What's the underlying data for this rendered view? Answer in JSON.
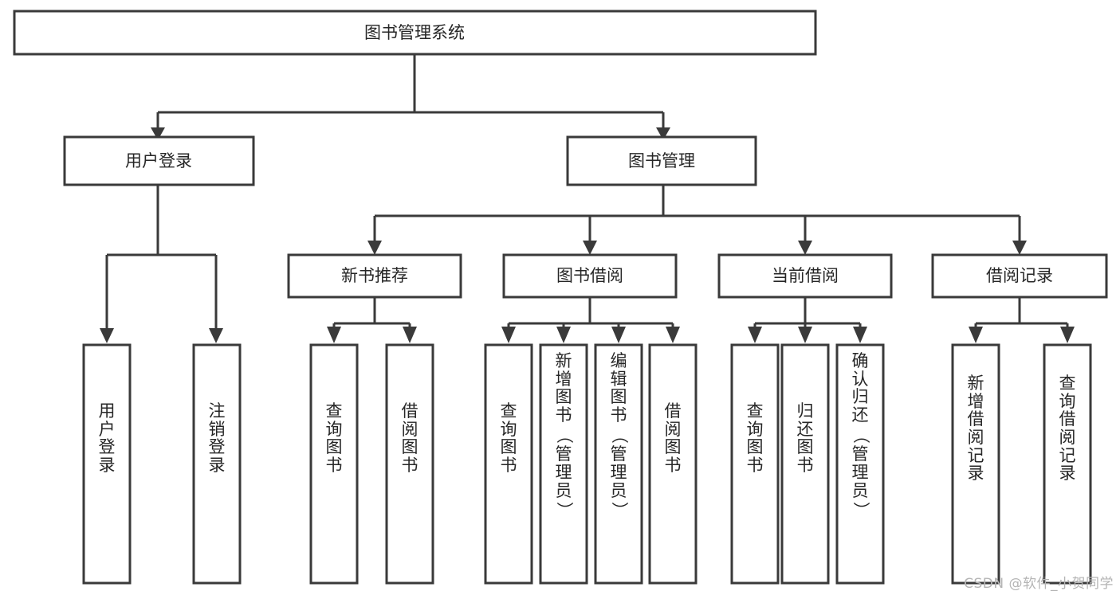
{
  "diagram": {
    "title": "图书管理系统",
    "type": "tree-hierarchy",
    "watermark": "CSDN @软件_小贺同学",
    "colors": {
      "box_stroke": "#3a3a3a",
      "box_fill": "#ffffff",
      "text": "#262626",
      "background": "#ffffff",
      "watermark": "#b4b4b4"
    },
    "nodes": {
      "root": {
        "label": "图书管理系统"
      },
      "level2": [
        {
          "id": "user-login",
          "label": "用户登录"
        },
        {
          "id": "book-manage",
          "label": "图书管理"
        }
      ],
      "level3": [
        {
          "id": "new-book-recommend",
          "label": "新书推荐"
        },
        {
          "id": "book-borrow",
          "label": "图书借阅"
        },
        {
          "id": "current-borrow",
          "label": "当前借阅"
        },
        {
          "id": "borrow-record",
          "label": "借阅记录"
        }
      ],
      "leaves": {
        "user-login": [
          {
            "id": "leaf-user-login",
            "label": "用户登录"
          },
          {
            "id": "leaf-logout-login",
            "label": "注销登录"
          }
        ],
        "new-book-recommend": [
          {
            "id": "leaf-query-book-1",
            "label": "查询图书"
          },
          {
            "id": "leaf-borrow-book-1",
            "label": "借阅图书"
          }
        ],
        "book-borrow": [
          {
            "id": "leaf-query-book-2",
            "label": "查询图书"
          },
          {
            "id": "leaf-add-book-admin",
            "label": "新增图书（管理员）"
          },
          {
            "id": "leaf-edit-book-admin",
            "label": "编辑图书（管理员）"
          },
          {
            "id": "leaf-borrow-book-2",
            "label": "借阅图书"
          }
        ],
        "current-borrow": [
          {
            "id": "leaf-query-book-3",
            "label": "查询图书"
          },
          {
            "id": "leaf-return-book",
            "label": "归还图书"
          },
          {
            "id": "leaf-confirm-return-admin",
            "label": "确认归还（管理员）"
          }
        ],
        "borrow-record": [
          {
            "id": "leaf-add-borrow-record",
            "label": "新增借阅记录"
          },
          {
            "id": "leaf-query-borrow-record",
            "label": "查询借阅记录"
          }
        ]
      }
    }
  }
}
